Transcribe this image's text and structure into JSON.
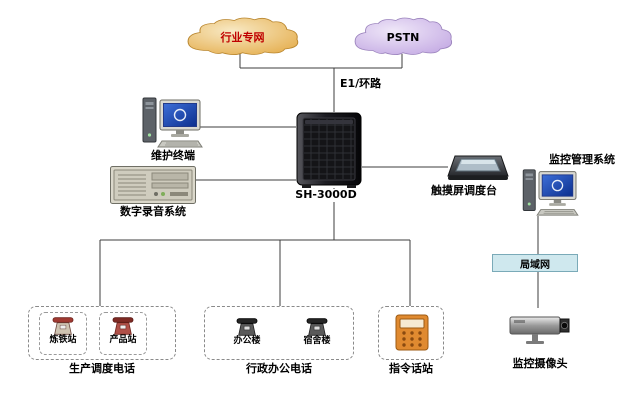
{
  "diagram": {
    "clouds": {
      "industry": {
        "label": "行业专网",
        "text_color": "#c00000",
        "fill": "#e8a93c"
      },
      "pstn": {
        "label": "PSTN",
        "text_color": "#000000",
        "fill": "#c3aae0"
      }
    },
    "link_label": "E1/环路",
    "switch": {
      "label": "SH-3000D"
    },
    "maintenance_terminal": {
      "label": "维护终端"
    },
    "recording_system": {
      "label": "数字录音系统"
    },
    "touch_console": {
      "label": "触摸屏调度台"
    },
    "monitor_system": {
      "label": "监控管理系统"
    },
    "lan": {
      "label": "局域网",
      "fill": "#cfe8ee"
    },
    "camera": {
      "label": "监控摄像头"
    },
    "groups": [
      {
        "title": "生产调度电话",
        "items": [
          {
            "label": "炼铁站"
          },
          {
            "label": "产品站"
          }
        ]
      },
      {
        "title": "行政办公电话",
        "items": [
          {
            "label": "办公楼"
          },
          {
            "label": "宿舍楼"
          }
        ]
      },
      {
        "title": "指令话站",
        "items": []
      }
    ],
    "icons": {
      "industry-cloud-icon": "cloud-shape",
      "pstn-cloud-icon": "cloud-shape",
      "switch-cabinet-icon": "black-rack-cabinet",
      "desktop-computer-icon": "desktop-pc",
      "rack-server-icon": "industrial-recorder-pc",
      "touch-console-icon": "touchscreen-console",
      "cctv-camera-icon": "cctv-camera",
      "desk-phone-icon": "desk-phone",
      "command-station-icon": "orange-command-phone"
    },
    "colors": {
      "wire": "#3c3c3c",
      "command_station": "#e08a30",
      "industry_text": "#c00000"
    }
  }
}
